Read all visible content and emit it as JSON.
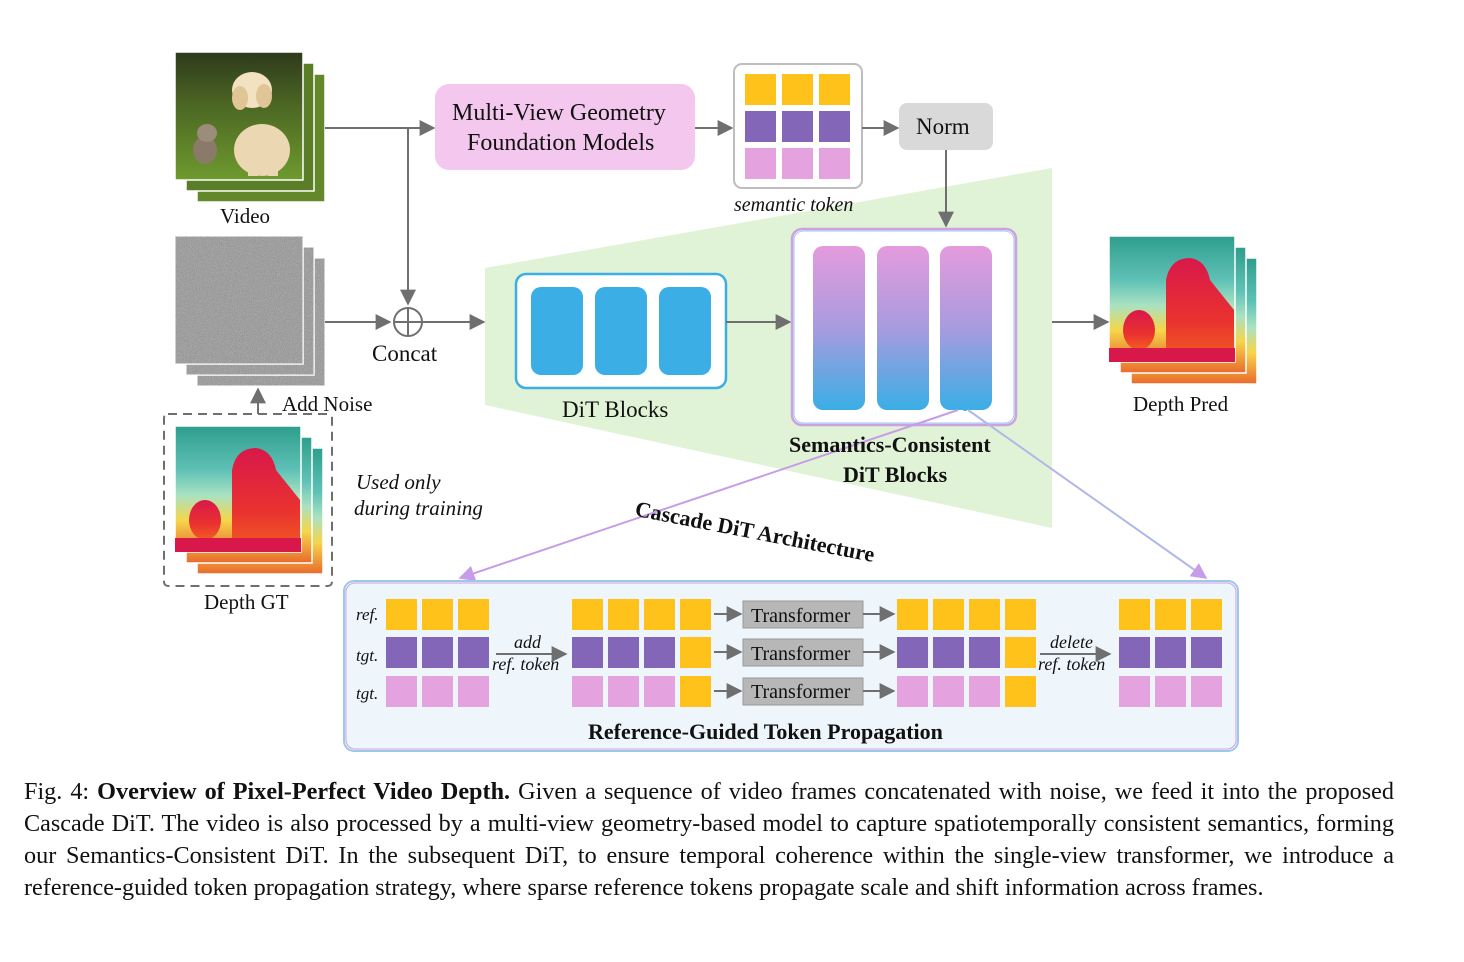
{
  "figure": {
    "video_label": "Video",
    "add_noise_label": "Add Noise",
    "concat_label": "Concat",
    "depth_gt_label": "Depth GT",
    "used_only_line1": "Used only",
    "used_only_line2": "during training",
    "mvgfm_line1": "Multi-View Geometry",
    "mvgfm_line2": "Foundation Models",
    "semantic_token_label": "semantic token",
    "norm_label": "Norm",
    "dit_blocks_label": "DiT Blocks",
    "scdit_line1": "Semantics-Consistent",
    "scdit_line2": "DiT Blocks",
    "cascade_label": "Cascade DiT Architecture",
    "depth_pred_label": "Depth Pred",
    "rgtp": {
      "row_labels": [
        "ref.",
        "tgt.",
        "tgt."
      ],
      "add_line1": "add",
      "add_line2": "ref. token",
      "transformer_labels": [
        "Transformer",
        "Transformer",
        "Transformer"
      ],
      "delete_line1": "delete",
      "delete_line2": "ref. token",
      "title": "Reference-Guided Token Propagation"
    },
    "colors": {
      "token_yellow": "#FFC21A",
      "token_purple": "#8466B9",
      "token_pink": "#E4A2DE",
      "dit_blue": "#3AAEE5",
      "mvgfm_fill": "#F4C8EE",
      "norm_fill": "#D9D9D9",
      "green_region": "#E1F3D6",
      "rgtp_fill": "#EEF6FC"
    }
  },
  "caption": {
    "prefix": "Fig. 4: ",
    "title": "Overview of Pixel-Perfect Video Depth.",
    "body": " Given a sequence of video frames concatenated with noise, we feed it into the proposed Cascade DiT. The video is also processed by a multi-view geometry-based model to capture spatiotemporally consistent semantics, forming our Semantics-Consistent DiT. In the subsequent DiT, to ensure temporal coherence within the single-view transformer, we introduce a reference-guided token propagation strategy, where sparse reference tokens propagate scale and shift information across frames."
  }
}
